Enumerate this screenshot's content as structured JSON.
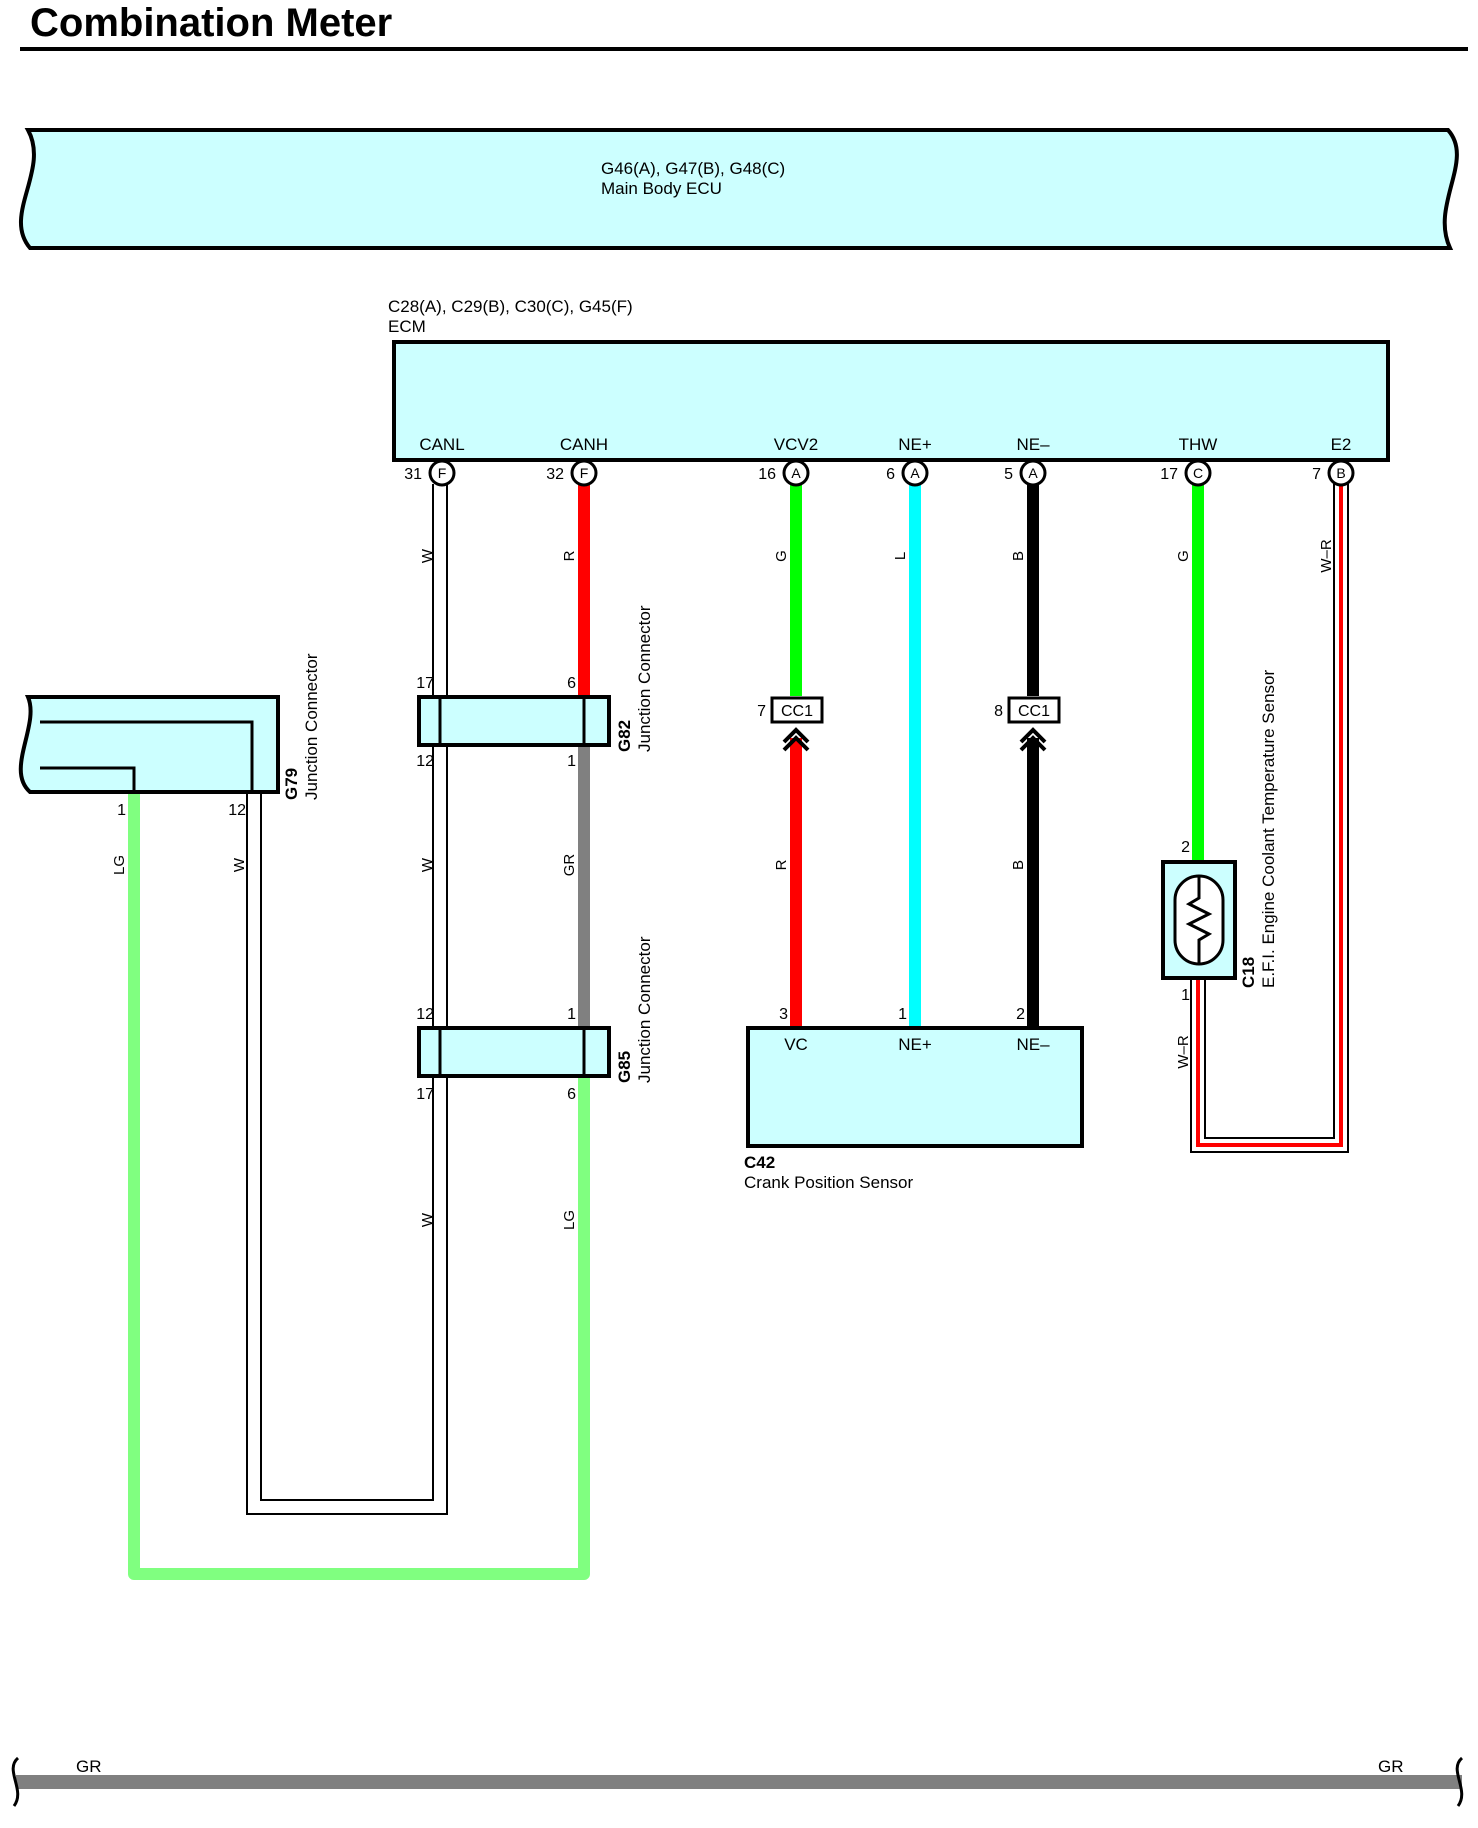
{
  "title": "Combination Meter",
  "colors": {
    "box_fill": "#ccffff",
    "green": "#00ff00",
    "red": "#ff0000",
    "cyan": "#00ffff",
    "black": "#000000",
    "gray": "#808080",
    "light_green": "#80ff80",
    "white_wire": "#ffffff"
  },
  "main_body_ecu": {
    "code": "G46(A), G47(B), G48(C)",
    "name": "Main Body ECU"
  },
  "ecm": {
    "code": "C28(A), C29(B), C30(C), G45(F)",
    "name": "ECM",
    "terminals": [
      {
        "name": "CANL",
        "pin": "31",
        "conn": "F",
        "wire": "W"
      },
      {
        "name": "CANH",
        "pin": "32",
        "conn": "F",
        "wire": "R"
      },
      {
        "name": "VCV2",
        "pin": "16",
        "conn": "A",
        "wire": "G"
      },
      {
        "name": "NE+",
        "pin": "6",
        "conn": "A",
        "wire": "L"
      },
      {
        "name": "NE–",
        "pin": "5",
        "conn": "A",
        "wire": "B"
      },
      {
        "name": "THW",
        "pin": "17",
        "conn": "C",
        "wire": "G"
      },
      {
        "name": "E2",
        "pin": "7",
        "conn": "B",
        "wire": "W–R"
      }
    ]
  },
  "g79": {
    "code": "G79",
    "name": "Junction Connector",
    "pins": [
      "1",
      "12"
    ],
    "wires": [
      "LG",
      "W"
    ]
  },
  "g82": {
    "code": "G82",
    "name": "Junction Connector",
    "pins": [
      "17",
      "6",
      "12",
      "1"
    ],
    "wires": [
      "W",
      "GR"
    ]
  },
  "g85": {
    "code": "G85",
    "name": "Junction Connector",
    "pins": [
      "12",
      "1",
      "17",
      "6"
    ],
    "wires": [
      "W",
      "LG"
    ]
  },
  "cc1": {
    "label": "CC1",
    "pins": [
      "7",
      "8"
    ],
    "wires": [
      "R",
      "B"
    ]
  },
  "c42": {
    "code": "C42",
    "name": "Crank Position Sensor",
    "terminals": [
      {
        "name": "VC",
        "pin": "3"
      },
      {
        "name": "NE+",
        "pin": "1"
      },
      {
        "name": "NE–",
        "pin": "2"
      }
    ]
  },
  "c18": {
    "code": "C18",
    "name": "E.F.I. Engine Coolant Temperature Sensor",
    "pins": [
      "2",
      "1"
    ],
    "wire": "W–R"
  },
  "bottom_bus": {
    "left": "GR",
    "right": "GR"
  }
}
